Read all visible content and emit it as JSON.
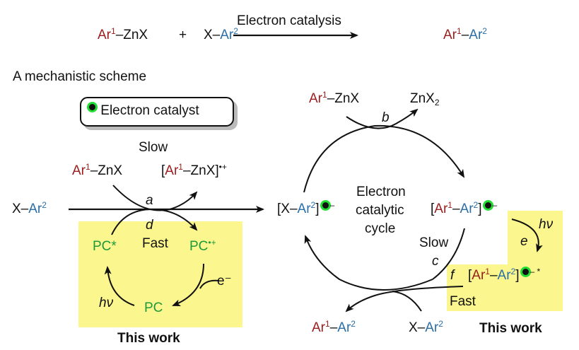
{
  "colors": {
    "ar1": "#9b1c1c",
    "ar2": "#2a6ea8",
    "pc": "#1f9a3a",
    "highlight": "#fbf68d",
    "electron_dot": "#22dd33"
  },
  "equation": {
    "reactant1": {
      "ar": "Ar",
      "sup": "1",
      "rest": "–ZnX"
    },
    "plus": "+",
    "reactant2": {
      "x": "X–",
      "ar": "Ar",
      "sup": "2"
    },
    "arrow_label": "Electron catalysis",
    "product": {
      "ar1": "Ar",
      "sup1": "1",
      "dash": "–",
      "ar2": "Ar",
      "sup2": "2"
    }
  },
  "section_title": "A mechanistic scheme",
  "legend": {
    "label": "Electron catalyst",
    "icon": "electron-dot-icon"
  },
  "left_cycle": {
    "slow_label": "Slow",
    "reagent": {
      "ar": "Ar",
      "sup": "1",
      "rest": "–ZnX"
    },
    "radical_cation": {
      "open": "[",
      "ar": "Ar",
      "sup": "1",
      "rest": "–ZnX]",
      "charge": "•+"
    },
    "substrate": {
      "x": "X–",
      "ar": "Ar",
      "sup": "2"
    },
    "step_a": "a",
    "step_d": "d",
    "fast_label": "Fast",
    "pc_star": "PC*",
    "pc_radical": "PC",
    "pc_radical_charge": "•+",
    "pc": "PC",
    "electron": "e⁻",
    "light": "hν",
    "this_work": "This work"
  },
  "right_cycle": {
    "reagent": {
      "ar": "Ar",
      "sup": "1",
      "rest": "–ZnX"
    },
    "byproduct": {
      "text": "ZnX",
      "sub": "2"
    },
    "step_b": "b",
    "radical_anion_left": {
      "open": "[X–",
      "ar": "Ar",
      "sup": "2",
      "close": "]",
      "charge": "–"
    },
    "center_label": [
      "Electron",
      "catalytic",
      "cycle"
    ],
    "radical_anion_right": {
      "open": "[",
      "ar1": "Ar",
      "sup1": "1",
      "dash": "–",
      "ar2": "Ar",
      "sup2": "2",
      "close": "]",
      "charge": "–"
    },
    "slow_label": "Slow",
    "step_c": "c",
    "step_e": "e",
    "light": "hν",
    "excited": {
      "open": "[",
      "ar1": "Ar",
      "sup1": "1",
      "dash": "–",
      "ar2": "Ar",
      "sup2": "2",
      "close": "]",
      "charge": "– *"
    },
    "step_f": "f",
    "fast_label": "Fast",
    "product": {
      "ar1": "Ar",
      "sup1": "1",
      "dash": "–",
      "ar2": "Ar",
      "sup2": "2"
    },
    "substrate": {
      "x": "X–",
      "ar": "Ar",
      "sup": "2"
    },
    "this_work": "This work"
  }
}
